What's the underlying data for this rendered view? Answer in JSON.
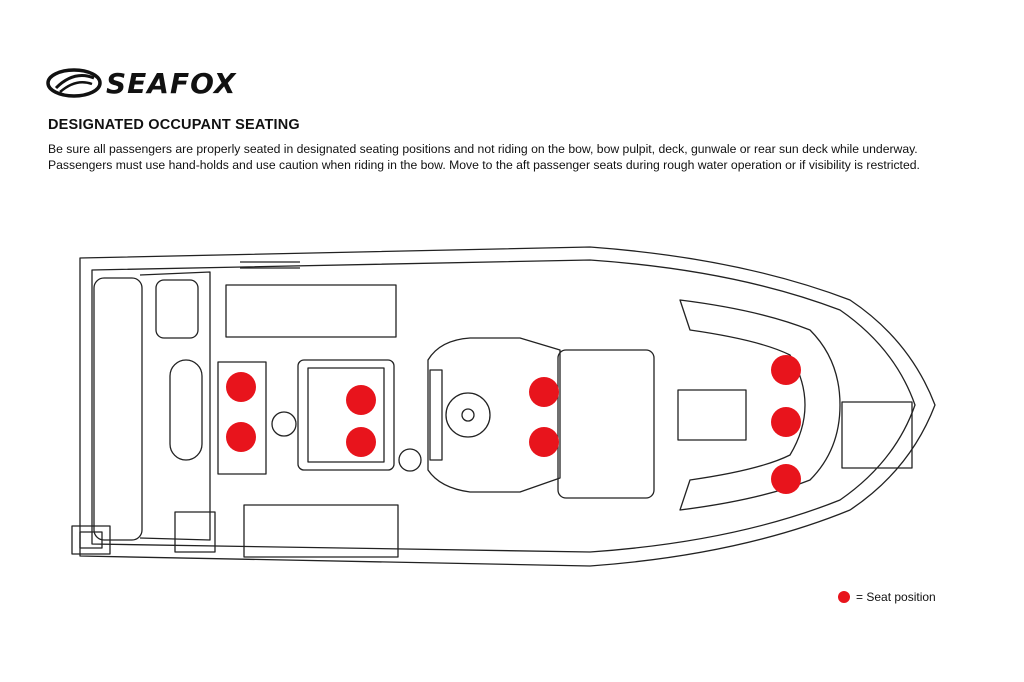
{
  "logo": {
    "text": "SEAFOX",
    "brand_color": "#111111"
  },
  "heading": "DESIGNATED OCCUPANT SEATING",
  "body": "Be sure all passengers are properly seated in designated seating positions and not riding on the bow, bow pulpit, deck, gunwale or rear sun deck while underway. Passengers must use hand-holds and use caution when riding in the bow. Move to the aft passenger seats during rough water operation or if visibility is restricted.",
  "legend": {
    "label": "= Seat position"
  },
  "colors": {
    "seat": "#e8141c",
    "outline": "#222222",
    "background": "#ffffff"
  }
}
